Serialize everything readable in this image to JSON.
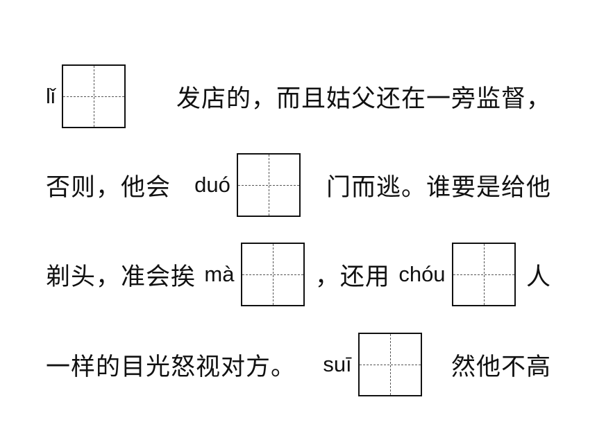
{
  "lines": [
    {
      "pinyin_1": "lǐ",
      "text_1": "发店的，而且姑父还在一旁监督，"
    },
    {
      "text_1": "否则，他会",
      "pinyin_1": "duó",
      "text_2": "门而逃。谁要是给他"
    },
    {
      "text_1": "剃头，准会挨",
      "pinyin_1": "mà",
      "text_2": "，还用",
      "pinyin_2": "chóu",
      "text_3": "人"
    },
    {
      "text_1": "一样的目光怒视对方。",
      "pinyin_1": "suī",
      "text_2": "然他不高"
    }
  ]
}
